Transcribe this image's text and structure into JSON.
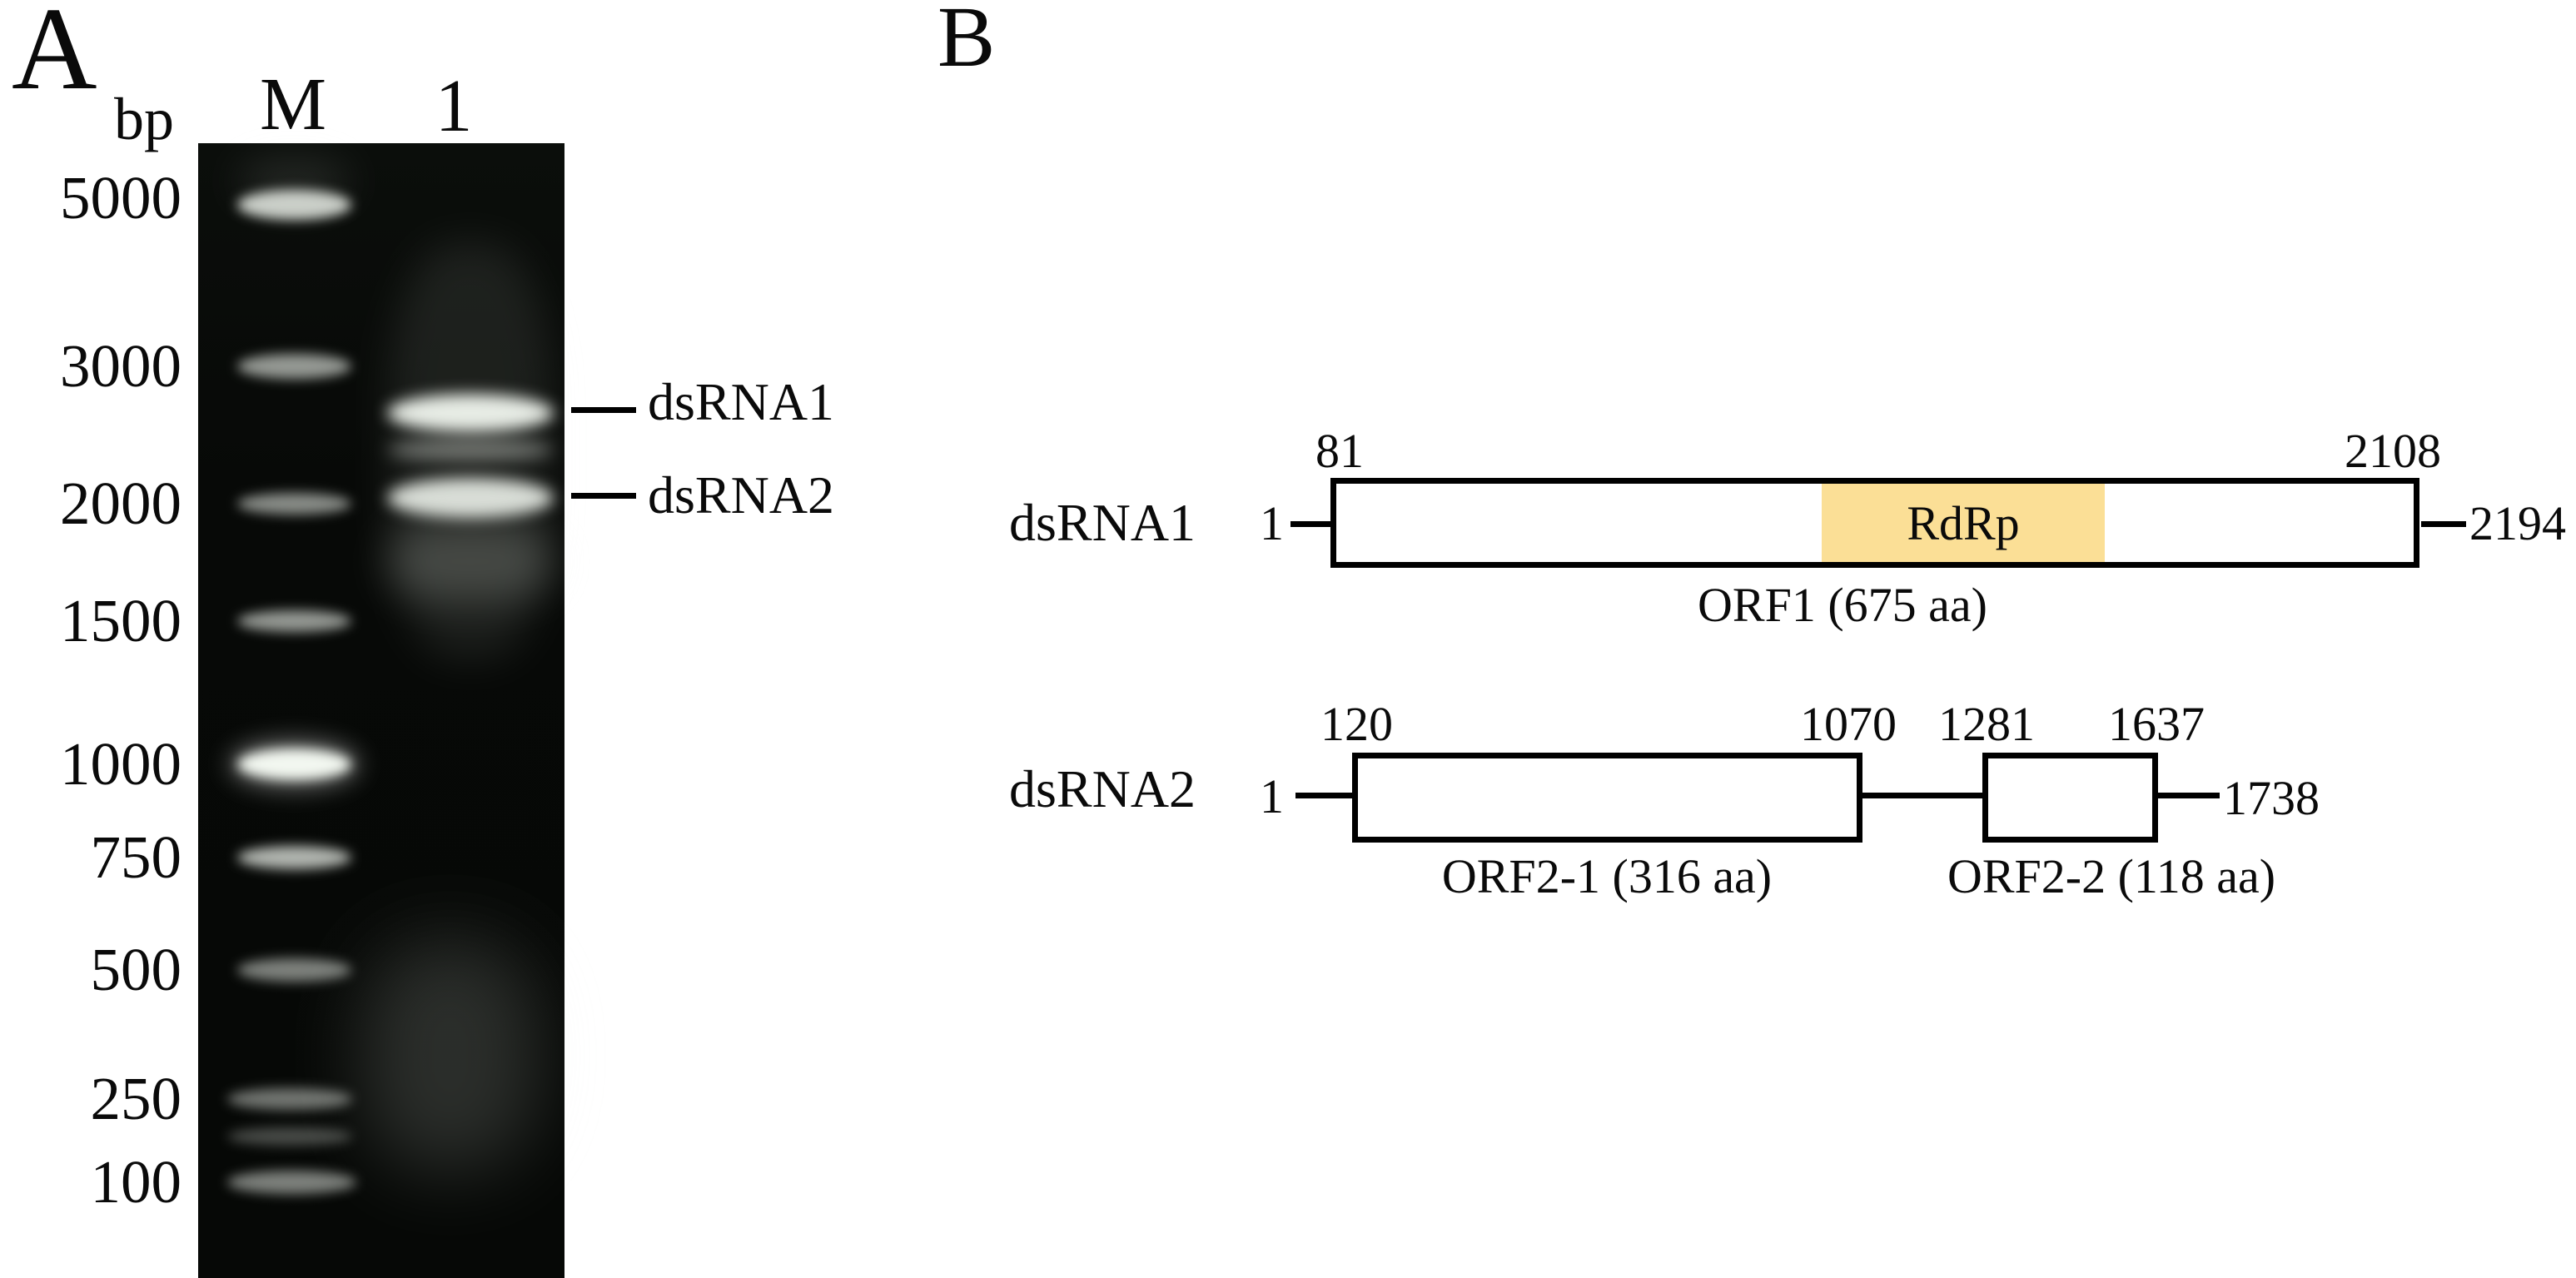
{
  "panel_a": {
    "label": "A",
    "units": "bp",
    "marker_lane_label": "M",
    "sample_lane_label": "1",
    "ladder_sizes": [
      "5000",
      "3000",
      "2000",
      "1500",
      "1000",
      "750",
      "500",
      "250",
      "100"
    ],
    "annotations": {
      "band1": "dsRNA1",
      "band2": "dsRNA2"
    }
  },
  "panel_b": {
    "label": "B",
    "dsRNA1": {
      "name": "dsRNA1",
      "start": "1",
      "end": "2194",
      "orf_start": "81",
      "orf_end": "2108",
      "domain_label": "RdRp",
      "orf_caption": "ORF1 (675 aa)"
    },
    "dsRNA2": {
      "name": "dsRNA2",
      "start": "1",
      "end": "1738",
      "orf1_start": "120",
      "orf1_end": "1070",
      "orf2_start": "1281",
      "orf2_end": "1637",
      "orf1_caption": "ORF2-1 (316 aa)",
      "orf2_caption": "ORF2-2 (118 aa)"
    },
    "colors": {
      "rdrp_fill": "#FBDF96"
    }
  }
}
